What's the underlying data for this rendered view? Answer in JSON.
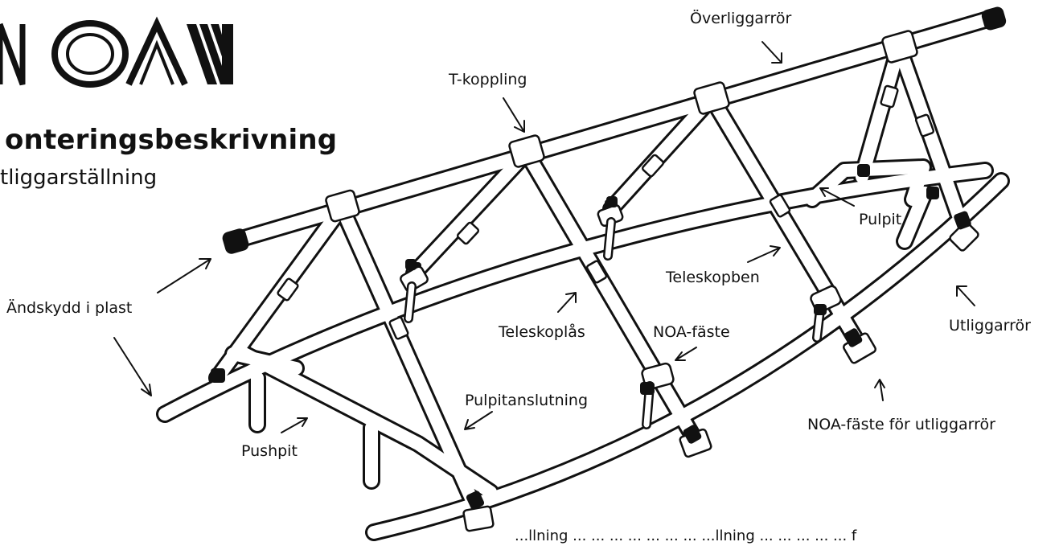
{
  "logo": {
    "text": "NOA"
  },
  "title": "onteringsbeskrivning",
  "subtitle": "tliggarställning",
  "labels": {
    "overliggarror": "Överliggarrör",
    "t_koppling": "T-koppling",
    "andskydd": "Ändskydd i plast",
    "pulpit": "Pulpit",
    "teleskopben": "Teleskopben",
    "teleskoplas": "Teleskoplås",
    "noa_faste": "NOA-fäste",
    "utliggarror": "Utliggarrör",
    "pulpitanslutning": "Pulpitanslutning",
    "pushpit": "Pushpit",
    "noa_faste_utliggarror": "NOA-fäste för utliggarrör"
  },
  "footer": "...llning ... ... ... ... ... ... ... ...llning ... ... ... ... ... f",
  "colors": {
    "ink": "#111111",
    "paper": "#ffffff"
  }
}
